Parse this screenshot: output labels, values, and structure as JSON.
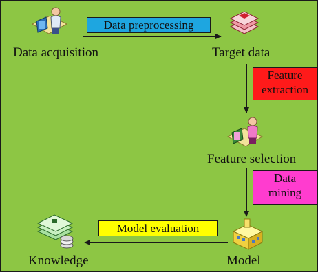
{
  "nodes": {
    "data_acquisition": "Data acquisition",
    "target_data": "Target data",
    "feature_selection": "Feature selection",
    "model": "Model",
    "knowledge": "Knowledge"
  },
  "steps": {
    "preprocessing": "Data preprocessing",
    "feature_extraction_1": "Feature",
    "feature_extraction_2": "extraction",
    "data_mining_1": "Data",
    "data_mining_2": "mining",
    "model_evaluation": "Model evaluation"
  },
  "colors": {
    "background": "#8dc644",
    "preprocessing": "#1ea6e0",
    "feature_extraction": "#ff1a1a",
    "data_mining": "#ff3ccf",
    "model_evaluation": "#ffff00",
    "arrow": "#1a1a1a"
  },
  "icons": {
    "data_acquisition": "person-at-computer-icon",
    "target_data": "stacked-documents-icon",
    "feature_selection": "person-selecting-data-icon",
    "model": "building-icon",
    "knowledge": "money-stack-icon"
  }
}
